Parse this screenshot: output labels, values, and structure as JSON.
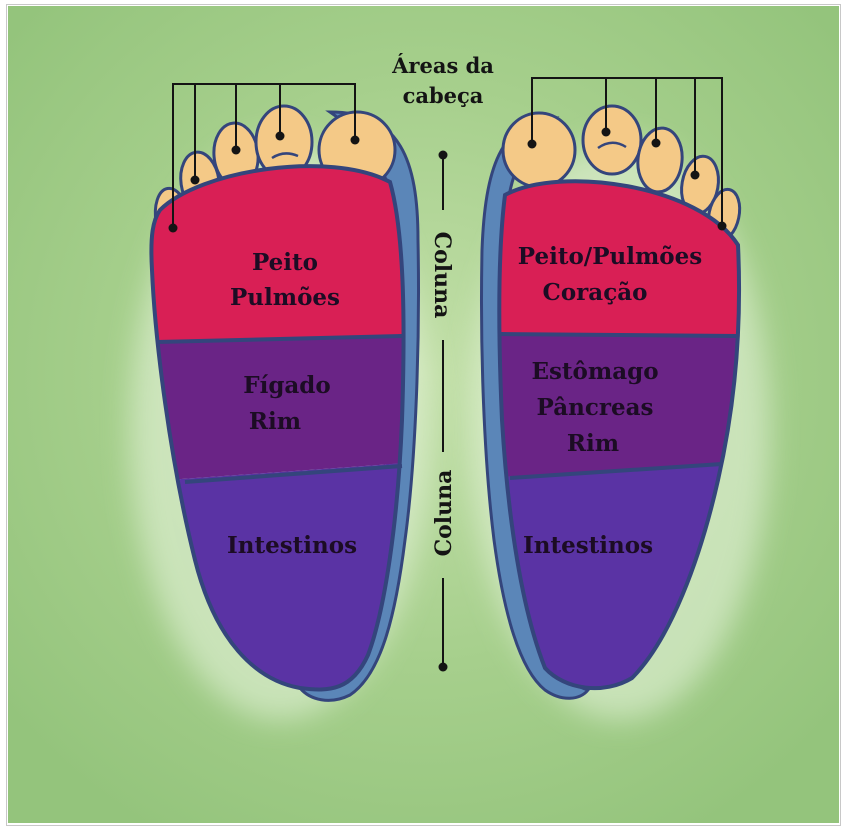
{
  "head_areas_label": [
    "Áreas da",
    "cabeça"
  ],
  "spine_label": "Coluna",
  "left_foot": {
    "chest": [
      "Peito",
      "Pulmões"
    ],
    "middle": [
      "Fígado",
      "Rim"
    ],
    "lower": [
      "Intestinos"
    ]
  },
  "right_foot": {
    "chest": [
      "Peito/Pulmões",
      "Coração"
    ],
    "middle": [
      "Estômago",
      "Pâncreas",
      "Rim"
    ],
    "lower": [
      "Intestinos"
    ]
  },
  "colors": {
    "background": "#a6cf8c",
    "chest_zone": "#d91f55",
    "middle_zone": "#6a2486",
    "lower_zone": "#5a33a4",
    "toes": "#f4c987",
    "outline": "#3b4f86",
    "foot_edge": "#5b86b8",
    "label_text": "#1c0c24"
  }
}
